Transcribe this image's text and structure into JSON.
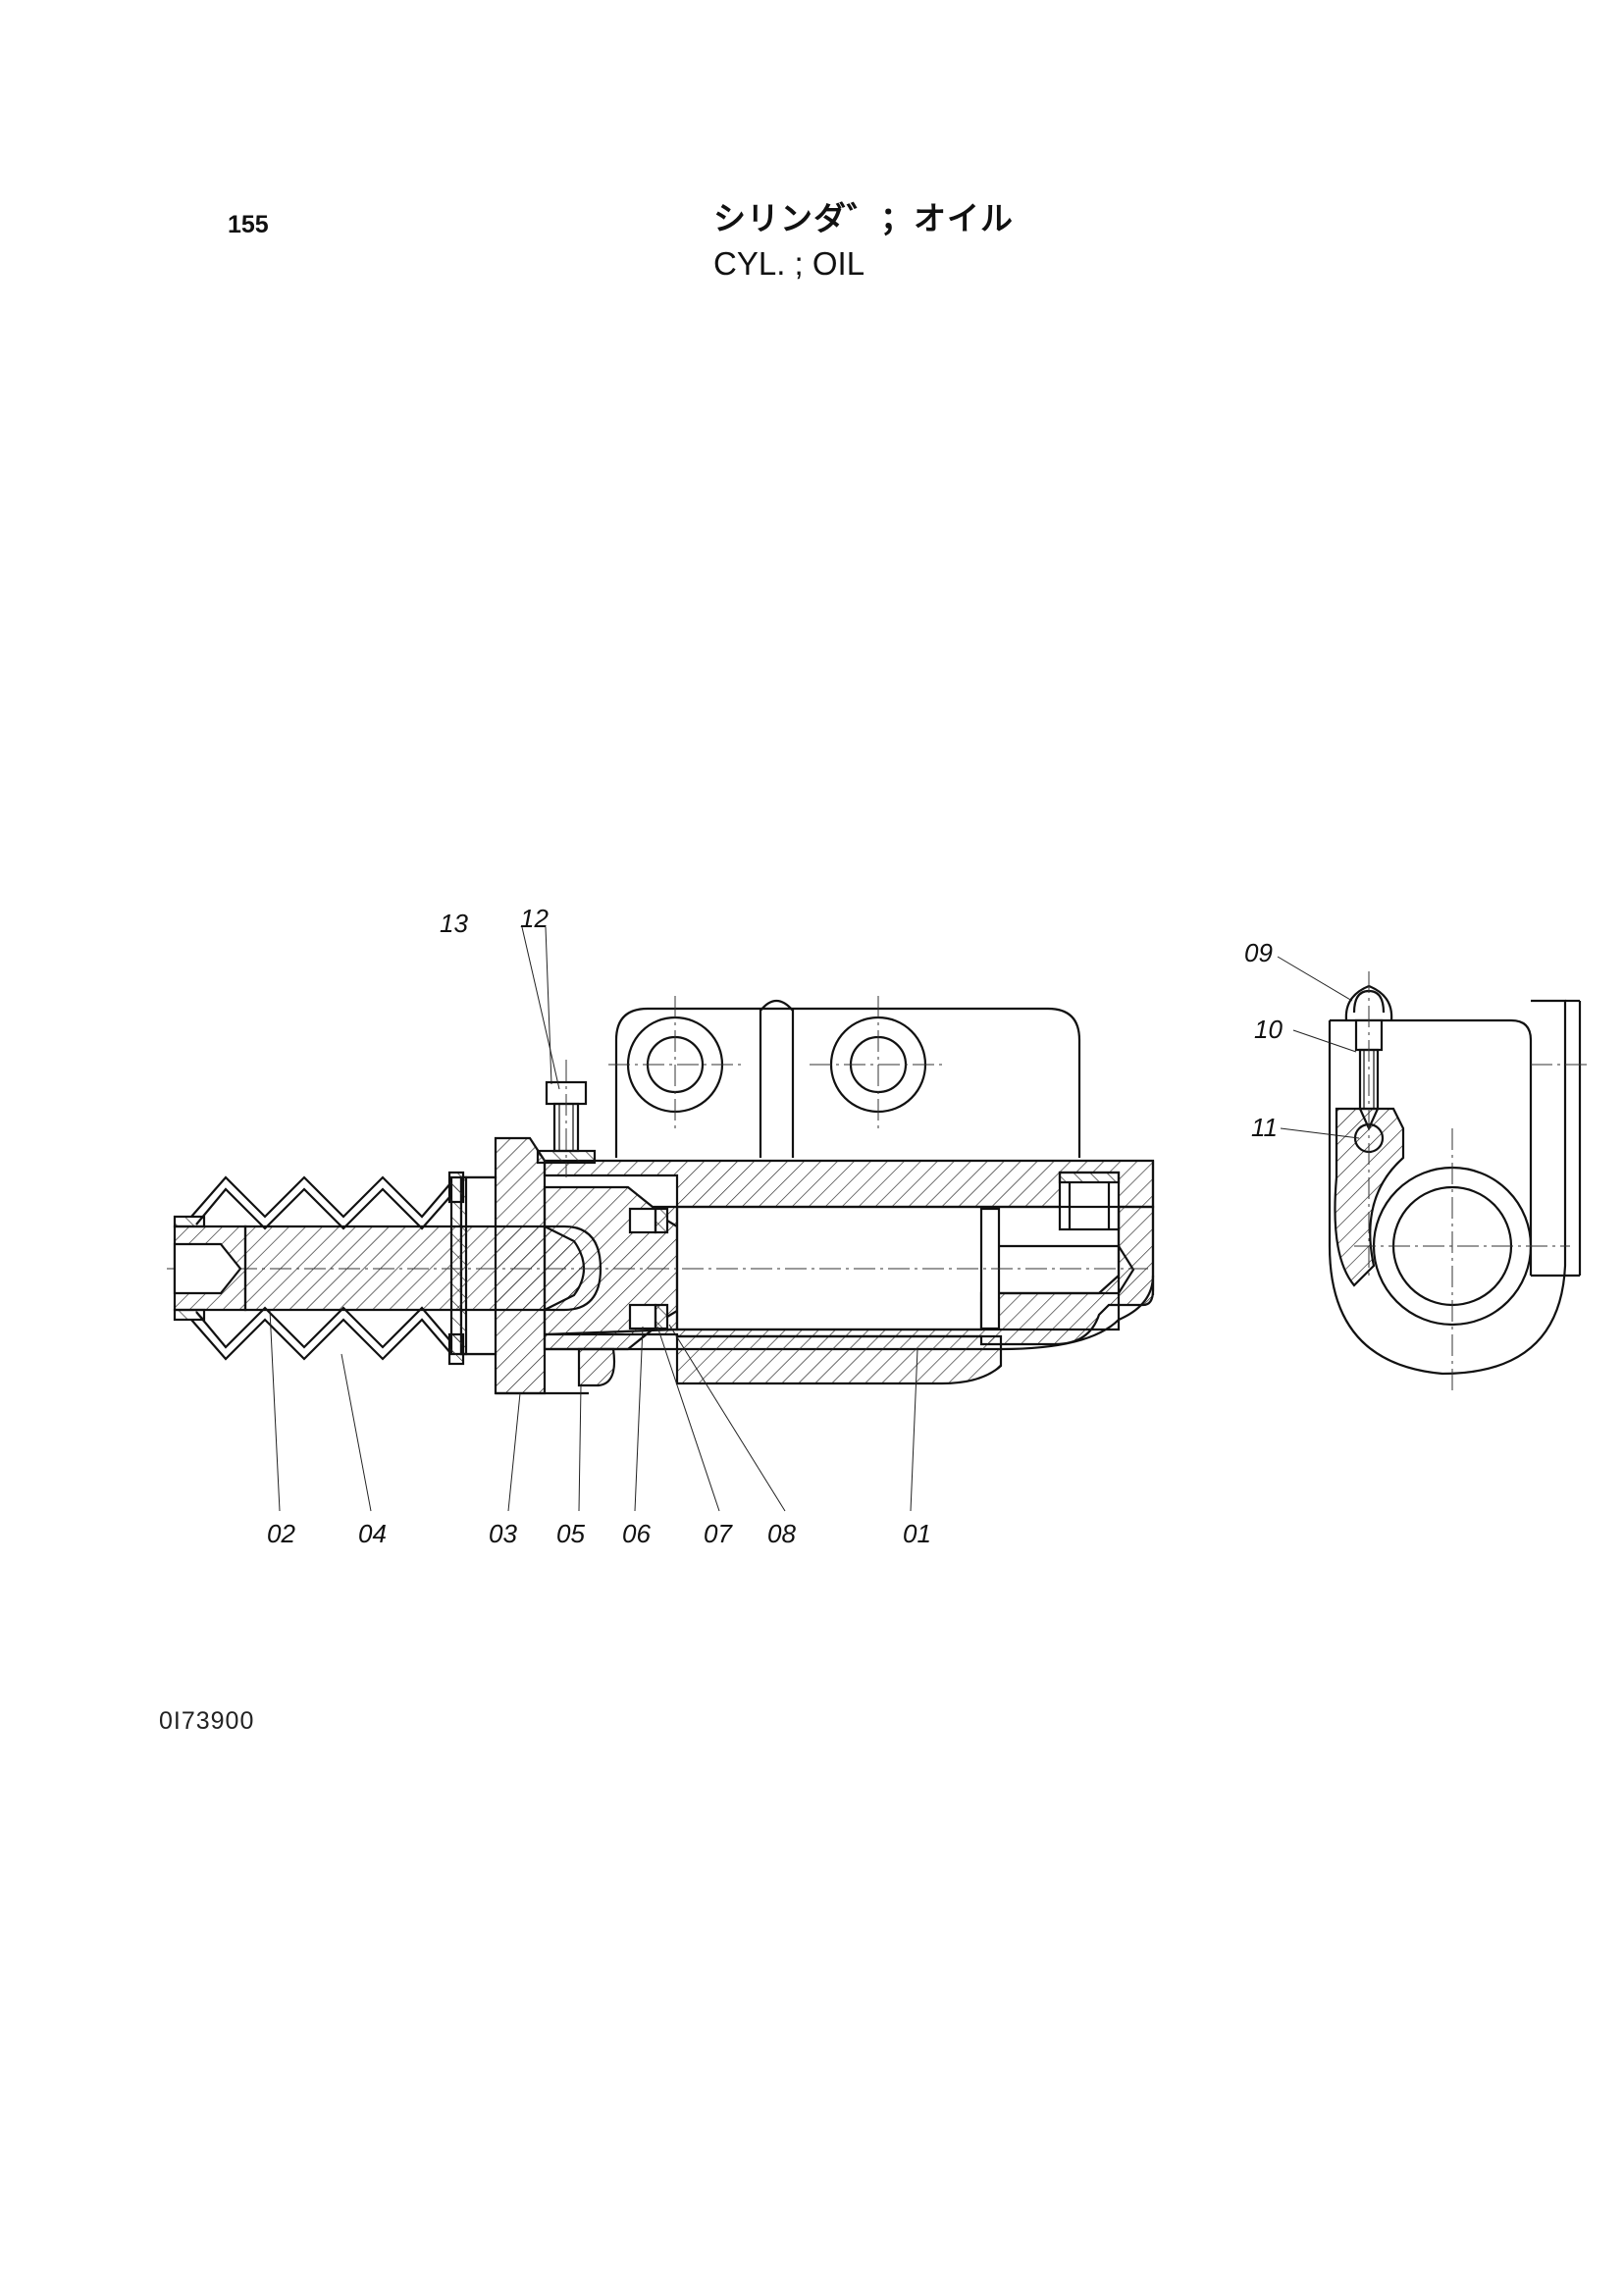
{
  "header": {
    "page_number": "155",
    "title_jp": "シリンダ゛；オイル",
    "title_en": "CYL. ; OIL"
  },
  "footer": {
    "drawing_code": "0I73900"
  },
  "callouts": {
    "c01": "01",
    "c02": "02",
    "c03": "03",
    "c04": "04",
    "c05": "05",
    "c06": "06",
    "c07": "07",
    "c08": "08",
    "c09": "09",
    "c10": "10",
    "c11": "11",
    "c12": "12",
    "c13": "13"
  },
  "icons": {
    "main_view": "cylinder-section-drawing",
    "side_view": "cylinder-end-view-drawing"
  }
}
